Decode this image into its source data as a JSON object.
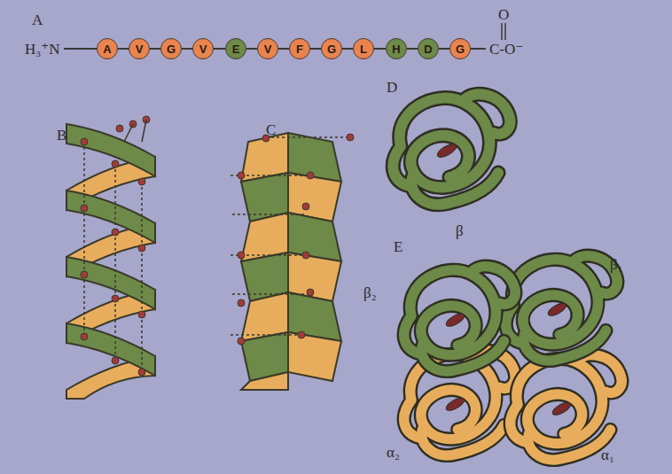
{
  "diagram": {
    "nodes": [
      {
        "text": [
          "A"
        ]
      },
      {
        "text": [
          "V"
        ]
      },
      {
        "text": [
          "G"
        ]
      },
      {
        "text": [
          "V"
        ]
      },
      {
        "text": [
          "E"
        ]
      },
      {
        "text": [
          "V"
        ]
      },
      {
        "text": [
          "F"
        ]
      },
      {
        "text": [
          "G"
        ]
      },
      {
        "text": [
          "L"
        ]
      },
      {
        "text": [
          "H"
        ]
      },
      {
        "text": [
          "D"
        ]
      },
      {
        "text": [
          "G"
        ]
      }
    ],
    "edges": [
      {
        "from": 0,
        "to": 1,
        "arrow": "none"
      },
      {
        "from": 1,
        "to": 2,
        "arrow": "none"
      },
      {
        "from": 2,
        "to": 3,
        "arrow": "none"
      },
      {
        "from": 3,
        "to": 4,
        "arrow": "none"
      },
      {
        "from": 4,
        "to": 5,
        "arrow": "none"
      },
      {
        "from": 5,
        "to": 6,
        "arrow": "none"
      },
      {
        "from": 6,
        "to": 7,
        "arrow": "none"
      },
      {
        "from": 7,
        "to": 8,
        "arrow": "none"
      },
      {
        "from": 8,
        "to": 9,
        "arrow": "none"
      },
      {
        "from": 9,
        "to": 10,
        "arrow": "none"
      },
      {
        "from": 10,
        "to": 11,
        "arrow": "none"
      }
    ],
    "labels": [
      "A",
      "H₃⁺N",
      "O",
      "C-O⁻",
      "B",
      "C",
      "D",
      "β",
      "E",
      "β₂",
      "β₁",
      "α₂",
      "α₁"
    ]
  }
}
